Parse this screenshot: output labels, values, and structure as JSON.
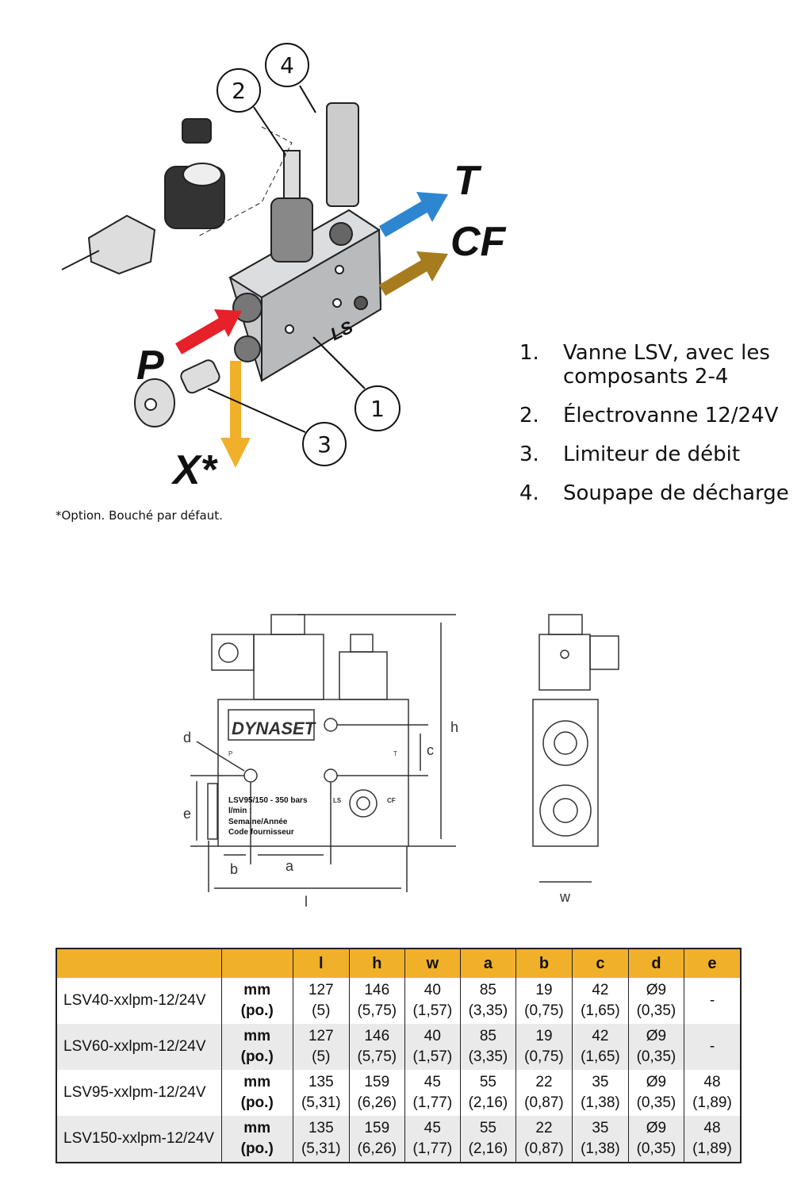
{
  "illustration": {
    "port_labels": {
      "p": "P",
      "t": "T",
      "cf": "CF",
      "x": "X*",
      "ls": "LS"
    },
    "callouts": [
      "1",
      "2",
      "3",
      "4"
    ],
    "colors": {
      "p": "#e62129",
      "t": "#2e86d0",
      "cf": "#a77c1e",
      "x": "#f0b02a",
      "block": "#c9cacc"
    }
  },
  "footnote": "*Option. Bouché par défaut.",
  "legend": [
    {
      "num": "1.",
      "text": "Vanne LSV, avec les composants 2-4"
    },
    {
      "num": "2.",
      "text": "Électrovanne 12/24V"
    },
    {
      "num": "3.",
      "text": "Limiteur de débit"
    },
    {
      "num": "4.",
      "text": "Soupape de décharge"
    }
  ],
  "drawing": {
    "brand": "DYNASET",
    "ports": {
      "p": "P",
      "t": "T",
      "ls": "LS",
      "cf": "CF"
    },
    "marking": [
      "LSV95/150 - 350 bars",
      "l/min :",
      "Semaine/Année",
      "Code fournisseur"
    ],
    "dims": {
      "d": "d",
      "e": "e",
      "b": "b",
      "a": "a",
      "l": "l",
      "c": "c",
      "h": "h",
      "w": "w"
    }
  },
  "table": {
    "headers": [
      "",
      "",
      "l",
      "h",
      "w",
      "a",
      "b",
      "c",
      "d",
      "e"
    ],
    "unit_mm": "mm",
    "unit_in": "(po.)",
    "rows": [
      {
        "model": "LSV40-xxlpm-12/24V",
        "mm": [
          "127",
          "146",
          "40",
          "85",
          "19",
          "42",
          "Ø9",
          "-"
        ],
        "in": [
          "(5)",
          "(5,75)",
          "(1,57)",
          "(3,35)",
          "(0,75)",
          "(1,65)",
          "(0,35)",
          ""
        ]
      },
      {
        "model": "LSV60-xxlpm-12/24V",
        "mm": [
          "127",
          "146",
          "40",
          "85",
          "19",
          "42",
          "Ø9",
          "-"
        ],
        "in": [
          "(5)",
          "(5,75)",
          "(1,57)",
          "(3,35)",
          "(0,75)",
          "(1,65)",
          "(0,35)",
          ""
        ]
      },
      {
        "model": "LSV95-xxlpm-12/24V",
        "mm": [
          "135",
          "159",
          "45",
          "55",
          "22",
          "35",
          "Ø9",
          "48"
        ],
        "in": [
          "(5,31)",
          "(6,26)",
          "(1,77)",
          "(2,16)",
          "(0,87)",
          "(1,38)",
          "(0,35)",
          "(1,89)"
        ]
      },
      {
        "model": "LSV150-xxlpm-12/24V",
        "mm": [
          "135",
          "159",
          "45",
          "55",
          "22",
          "35",
          "Ø9",
          "48"
        ],
        "in": [
          "(5,31)",
          "(6,26)",
          "(1,77)",
          "(2,16)",
          "(0,87)",
          "(1,38)",
          "(0,35)",
          "(1,89)"
        ]
      }
    ]
  }
}
